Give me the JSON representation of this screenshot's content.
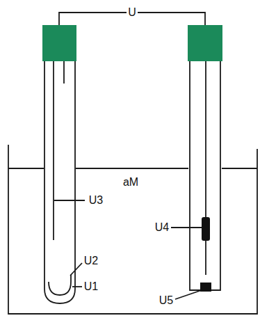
{
  "diagram": {
    "labels": [
      "U",
      "aM",
      "U3",
      "U4",
      "U2",
      "U1",
      "U5"
    ]
  }
}
